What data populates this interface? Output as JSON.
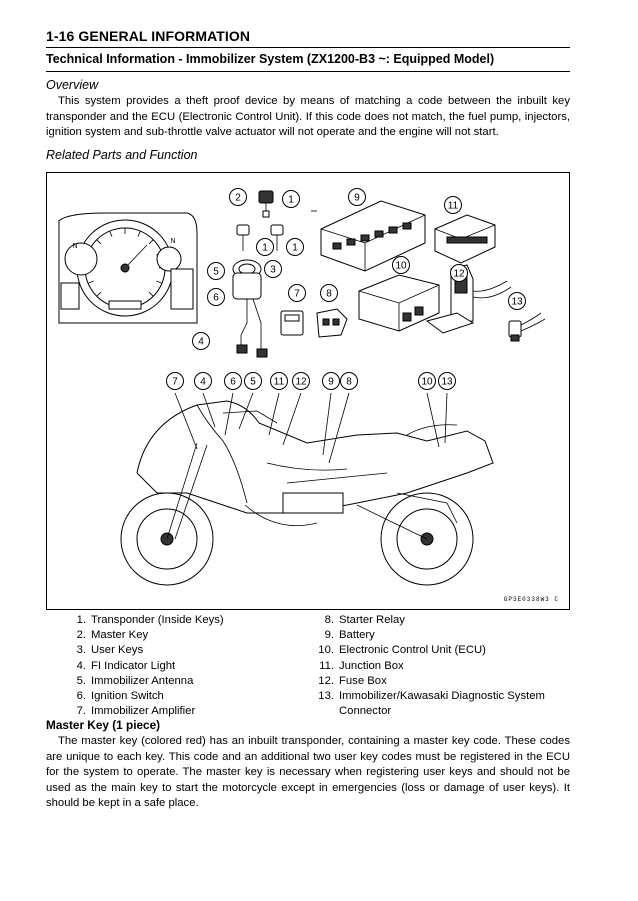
{
  "header": {
    "section": "1-16 GENERAL INFORMATION",
    "subtitle": "Technical Information - Immobilizer System (ZX1200-B3 ~: Equipped Model)"
  },
  "overview": {
    "heading": "Overview",
    "text": "This system provides a theft proof device by means of matching a code between the inbuilt key transponder and the ECU (Electronic Control Unit). If this code does not match, the fuel pump, injectors, ignition system and sub-throttle valve actuator will not operate and the engine will not start."
  },
  "related": {
    "heading": "Related Parts and Function"
  },
  "figure": {
    "code": "GP3E0338W3 C",
    "callouts_top": [
      "1",
      "2",
      "1",
      "1",
      "9",
      "11",
      "3",
      "5",
      "6",
      "10",
      "12",
      "7",
      "8",
      "13",
      "4"
    ],
    "callouts_bottom": [
      "7",
      "4",
      "6",
      "5",
      "11",
      "12",
      "9",
      "8",
      "10",
      "13"
    ],
    "icons": [
      "speedometer-cluster-icon",
      "motorcycle-icon",
      "key-icon",
      "ecu-icon",
      "battery-icon",
      "fuse-box-icon",
      "connector-icon"
    ]
  },
  "parts_left": [
    {
      "num": "1.",
      "label": "Transponder (Inside Keys)"
    },
    {
      "num": "2.",
      "label": "Master Key"
    },
    {
      "num": "3.",
      "label": "User Keys"
    },
    {
      "num": "4.",
      "label": "FI Indicator Light"
    },
    {
      "num": "5.",
      "label": "Immobilizer Antenna"
    },
    {
      "num": "6.",
      "label": "Ignition Switch"
    },
    {
      "num": "7.",
      "label": "Immobilizer Amplifier"
    }
  ],
  "parts_right": [
    {
      "num": "8.",
      "label": "Starter Relay"
    },
    {
      "num": "9.",
      "label": "Battery"
    },
    {
      "num": "10.",
      "label": "Electronic Control Unit (ECU)"
    },
    {
      "num": "11.",
      "label": "Junction Box"
    },
    {
      "num": "12.",
      "label": "Fuse Box"
    },
    {
      "num": "13.",
      "label": "Immobilizer/Kawasaki Diagnostic System Connector"
    }
  ],
  "master_key": {
    "heading": "Master Key (1 piece)",
    "text": "The master key (colored red) has an inbuilt transponder, containing a master key code. These codes are unique to each key. This code and an additional two user key codes must be registered in the ECU for the system to operate. The master key is necessary when registering user keys and should not be used as the main key to start the motorcycle except in emergencies (loss or damage of user keys). It should be kept in a safe place."
  }
}
